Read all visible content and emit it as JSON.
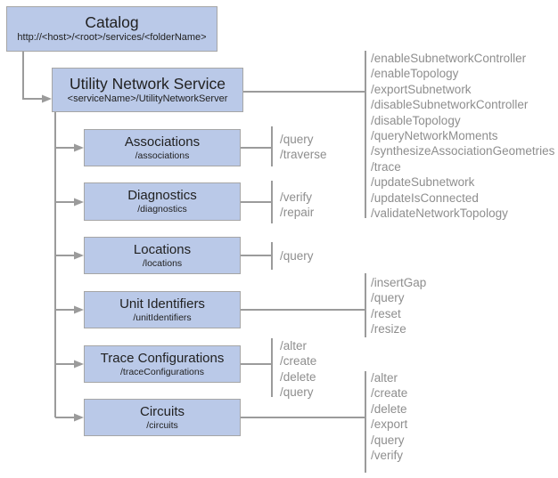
{
  "nodes": {
    "catalog": {
      "title": "Catalog",
      "subtitle": "http://<host>/<root>/services/<folderName>"
    },
    "utility_network_service": {
      "title": "Utility Network Service",
      "subtitle": "<serviceName>/UtilityNetworkServer"
    },
    "associations": {
      "title": "Associations",
      "subtitle": "/associations"
    },
    "diagnostics": {
      "title": "Diagnostics",
      "subtitle": "/diagnostics"
    },
    "locations": {
      "title": "Locations",
      "subtitle": "/locations"
    },
    "unit_identifiers": {
      "title": "Unit Identifiers",
      "subtitle": "/unitIdentifiers"
    },
    "trace_configurations": {
      "title": "Trace Configurations",
      "subtitle": "/traceConfigurations"
    },
    "circuits": {
      "title": "Circuits",
      "subtitle": "/circuits"
    }
  },
  "operations": {
    "utility_network_service": [
      "/enableSubnetworkController",
      "/enableTopology",
      "/exportSubnetwork",
      "/disableSubnetworkController",
      "/disableTopology",
      "/queryNetworkMoments",
      "/synthesizeAssociationGeometries",
      "/trace",
      "/updateSubnetwork",
      "/updateIsConnected",
      "/validateNetworkTopology"
    ],
    "associations": [
      "/query",
      "/traverse"
    ],
    "diagnostics": [
      "/verify",
      "/repair"
    ],
    "locations": [
      "/query"
    ],
    "unit_identifiers": [
      "/insertGap",
      "/query",
      "/reset",
      "/resize"
    ],
    "trace_configurations": [
      "/alter",
      "/create",
      "/delete",
      "/query"
    ],
    "circuits": [
      "/alter",
      "/create",
      "/delete",
      "/export",
      "/query",
      "/verify"
    ]
  },
  "colors": {
    "background": "#ffffff",
    "box_fill": "#bac9e8",
    "box_border": "#a6a6a6",
    "line": "#9b9b9b",
    "title_text": "#212121",
    "operation_text": "#8e8e8e"
  }
}
